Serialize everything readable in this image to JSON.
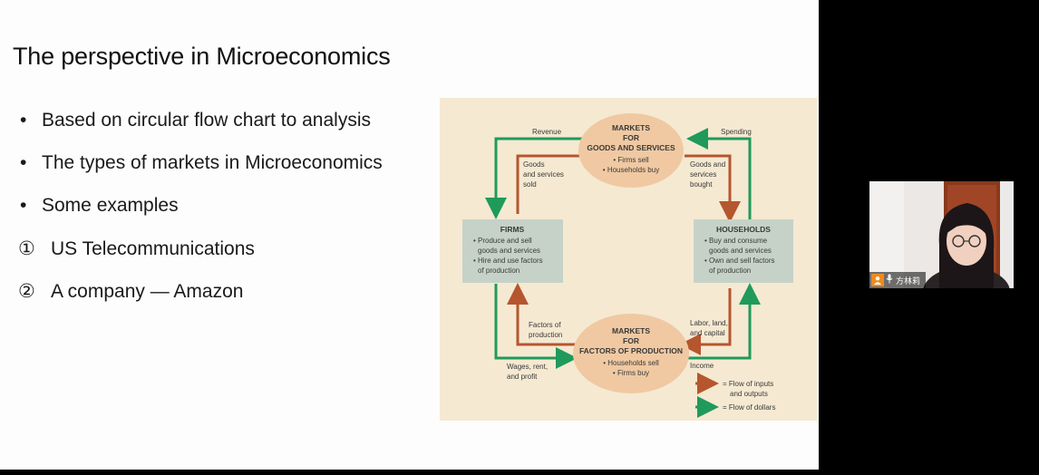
{
  "slide": {
    "title": "The perspective in Microeconomics",
    "bullets": [
      {
        "marker": "•",
        "text": "Based on circular flow chart to analysis"
      },
      {
        "marker": "•",
        "text": "The types of markets in Microeconomics"
      },
      {
        "marker": "•",
        "text": "Some examples"
      },
      {
        "marker": "①",
        "text": "US Telecommunications"
      },
      {
        "marker": "②",
        "text": "A company — Amazon"
      }
    ]
  },
  "diagram": {
    "goods_market": {
      "title1": "MARKETS",
      "title2": "FOR",
      "title3": "GOODS AND SERVICES",
      "items": [
        "• Firms sell",
        "• Households buy"
      ]
    },
    "factors_market": {
      "title1": "MARKETS",
      "title2": "FOR",
      "title3": "FACTORS OF PRODUCTION",
      "items": [
        "• Households sell",
        "• Firms buy"
      ]
    },
    "firms": {
      "title": "FIRMS",
      "items": [
        "• Produce and sell",
        "goods and services",
        "• Hire and use factors",
        "of production"
      ]
    },
    "households": {
      "title": "HOUSEHOLDS",
      "items": [
        "• Buy and consume",
        "goods and services",
        "• Own and sell factors",
        "of production"
      ]
    },
    "labels": {
      "revenue": "Revenue",
      "spending": "Spending",
      "goods_sold": [
        "Goods",
        "and services",
        "sold"
      ],
      "goods_bought": [
        "Goods and",
        "services",
        "bought"
      ],
      "factors": [
        "Factors of",
        "production"
      ],
      "labor": [
        "Labor, land,",
        "and capital"
      ],
      "wages": [
        "Wages, rent,",
        "and profit"
      ],
      "income": "Income"
    },
    "legend": {
      "inputs": [
        "= Flow of inputs",
        "and outputs"
      ],
      "dollars": "= Flow of dollars"
    },
    "colors": {
      "inputs_arrow": "#b5562e",
      "dollars_arrow": "#1f9a5a",
      "oval": "#f0c9a2",
      "box": "#c6d2c8"
    }
  },
  "participant": {
    "name": "方林莉",
    "avatar_icon": "person-icon",
    "mic_icon": "microphone-icon"
  }
}
